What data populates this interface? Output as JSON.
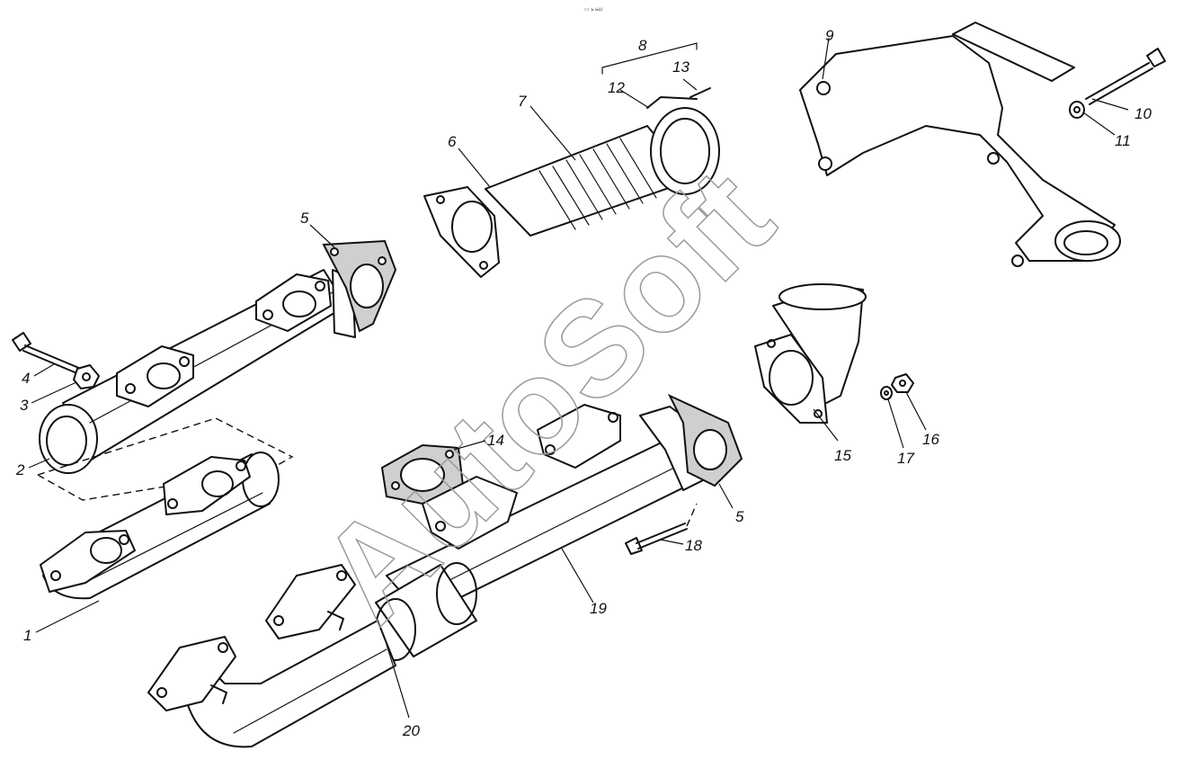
{
  "header_text": "▭ ь ьш",
  "watermark": "AutoSoft",
  "callouts": [
    {
      "id": "1",
      "text": "1"
    },
    {
      "id": "2",
      "text": "2"
    },
    {
      "id": "3",
      "text": "3"
    },
    {
      "id": "4",
      "text": "4"
    },
    {
      "id": "5a",
      "text": "5"
    },
    {
      "id": "5b",
      "text": "5"
    },
    {
      "id": "6",
      "text": "6"
    },
    {
      "id": "7",
      "text": "7"
    },
    {
      "id": "8",
      "text": "8"
    },
    {
      "id": "9",
      "text": "9"
    },
    {
      "id": "10",
      "text": "10"
    },
    {
      "id": "11",
      "text": "11"
    },
    {
      "id": "12",
      "text": "12"
    },
    {
      "id": "13",
      "text": "13"
    },
    {
      "id": "14",
      "text": "14"
    },
    {
      "id": "15",
      "text": "15"
    },
    {
      "id": "16",
      "text": "16"
    },
    {
      "id": "17",
      "text": "17"
    },
    {
      "id": "18",
      "text": "18"
    },
    {
      "id": "19",
      "text": "19"
    },
    {
      "id": "20",
      "text": "20"
    }
  ]
}
